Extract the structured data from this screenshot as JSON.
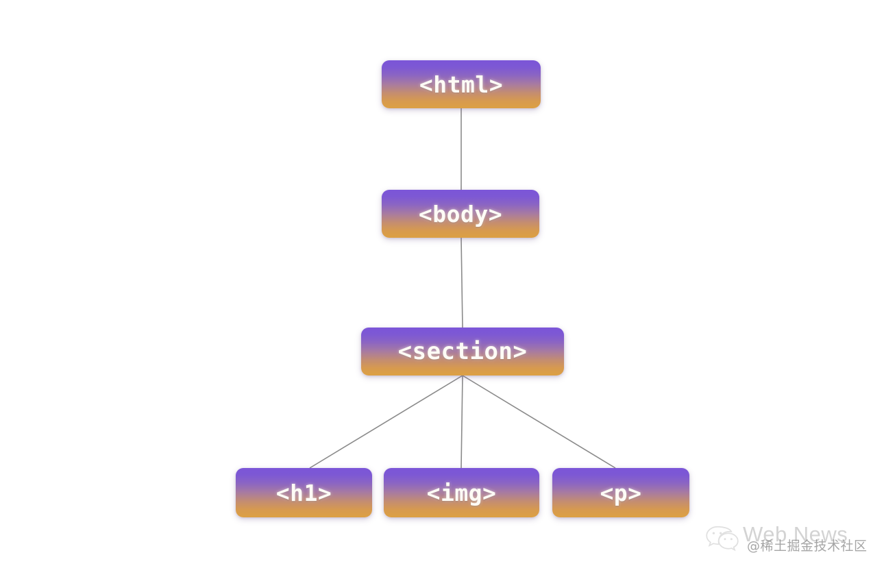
{
  "diagram": {
    "title": "HTML DOM tree diagram",
    "background_color": "#ffffff",
    "node_gradient": {
      "from": "#7b55d8",
      "mid": "#a87ba0",
      "to": "#dca044"
    },
    "edge_color": "#8a8a8a",
    "label_color": "#fdfbf6",
    "nodes": [
      {
        "id": "html",
        "label": "<html>"
      },
      {
        "id": "body",
        "label": "<body>"
      },
      {
        "id": "section",
        "label": "<section>"
      },
      {
        "id": "h1",
        "label": "<h1>"
      },
      {
        "id": "img",
        "label": "<img>"
      },
      {
        "id": "p",
        "label": "<p>"
      }
    ],
    "edges": [
      {
        "from": "html",
        "to": "body"
      },
      {
        "from": "body",
        "to": "section"
      },
      {
        "from": "section",
        "to": "h1"
      },
      {
        "from": "section",
        "to": "img"
      },
      {
        "from": "section",
        "to": "p"
      }
    ]
  },
  "watermark": {
    "icon": "wechat-icon",
    "brand": "Web News",
    "community": "@稀土掘金技术社区"
  }
}
